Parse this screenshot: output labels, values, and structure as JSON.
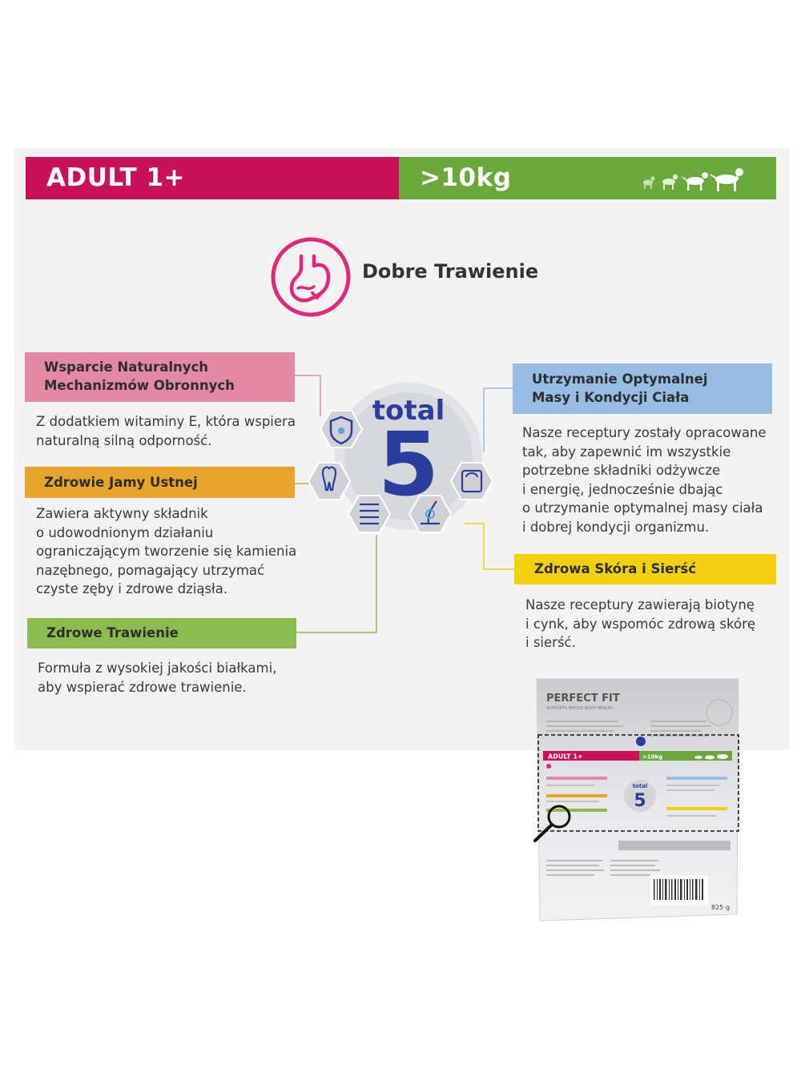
{
  "header": {
    "left_label": "ADULT 1+",
    "right_label": ">10kg",
    "dogs_icon": "dog-sizes-icon"
  },
  "feature": {
    "title": "Dobre Trawienie",
    "icon": "stomach-check-icon"
  },
  "emblem": {
    "line1": "total",
    "line2": "5"
  },
  "benefits": [
    {
      "title_line1": "Wsparcie Naturalnych",
      "title_line2": "Mechanizmów Obronnych",
      "desc": [
        "Z dodatkiem witaminy E, która wspiera",
        "naturalną silną odporność."
      ],
      "color": "#e389a5",
      "icon": "shield-virus-icon"
    },
    {
      "title_line1": "Zdrowie Jamy Ustnej",
      "desc": [
        "Zawiera aktywny składnik",
        "o udowodnionym działaniu",
        "ograniczającym tworzenie się kamienia",
        "nazębnego, pomagający utrzymać",
        "czyste zęby i zdrowe dziąsła."
      ],
      "color": "#e8a52b",
      "icon": "tooth-icon"
    },
    {
      "title_line1": "Zdrowe Trawienie",
      "desc": [
        "Formuła z wysokiej jakości białkami,",
        "aby wspierać zdrowe trawienie."
      ],
      "color": "#8cbc50",
      "icon": "intestine-icon"
    },
    {
      "title_line1": "Utrzymanie Optymalnej",
      "title_line2": "Masy i Kondycji Ciała",
      "desc": [
        "Nasze receptury zostały opracowane",
        "tak, aby zapewnić im wszystkie",
        "potrzebne składniki odżywcze",
        "i energię, jednocześnie dbając",
        "o utrzymanie optymalnej masy ciała",
        "i dobrej kondycji organizmu."
      ],
      "color": "#98bde3",
      "icon": "scale-icon"
    },
    {
      "title_line1": "Zdrowa Skóra i Sierść",
      "desc": [
        "Nasze receptury zawierają biotynę",
        "i cynk, aby wspomóc zdrową skórę",
        "i sierść."
      ],
      "color": "#f2d00f",
      "icon": "skin-hair-icon"
    }
  ],
  "package": {
    "brand": "PERFECT FIT",
    "tagline": "SUPPORTS WHOLE BODY HEALTH",
    "label_left": "ADULT 1+",
    "label_right": ">10kg",
    "emblem_line1": "total",
    "emblem_line2": "5",
    "weight": "825 g",
    "zoom_icon": "magnifier-icon"
  },
  "colors": {
    "magenta": "#c8115b",
    "green": "#6aa83b",
    "emblem_blue": "#2a3f9d"
  }
}
